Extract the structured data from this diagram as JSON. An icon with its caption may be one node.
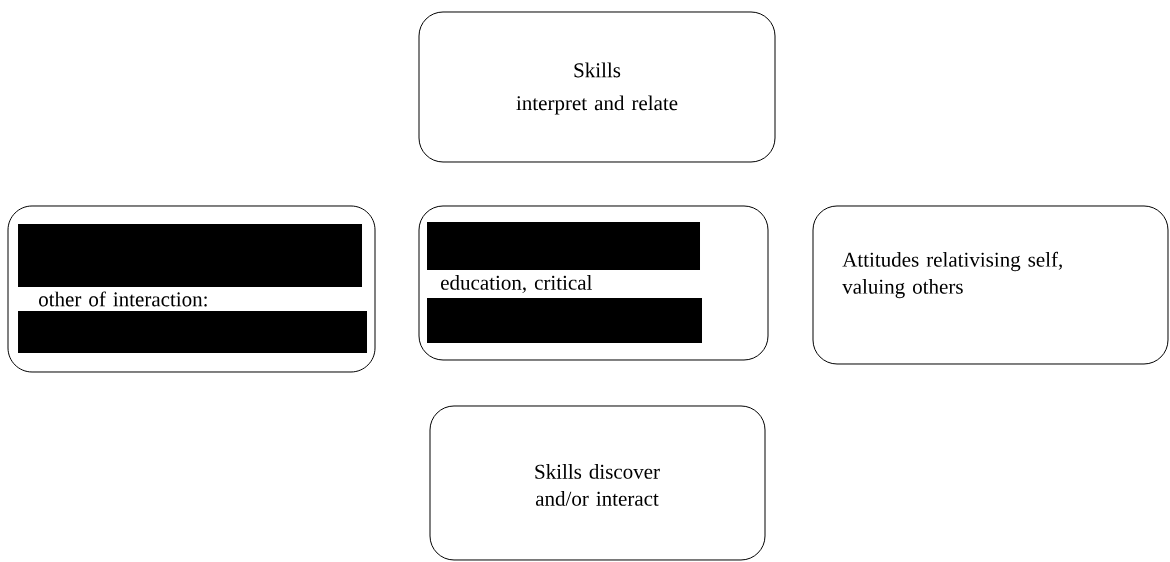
{
  "diagram": {
    "nodes": [
      {
        "text": [
          "Skills",
          "interpret and relate"
        ]
      },
      {
        "text": [
          "other of interaction:"
        ]
      },
      {
        "text": [
          "education, critical"
        ]
      },
      {
        "text": [
          "Attitudes relativising self, valuing others"
        ]
      },
      {
        "text": [
          "Skills discover and/or interact"
        ]
      }
    ]
  }
}
